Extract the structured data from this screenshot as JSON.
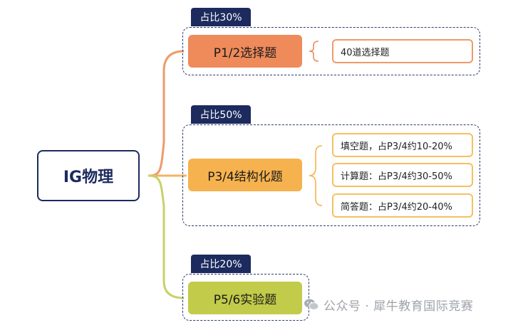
{
  "root": {
    "label": "IG物理"
  },
  "branches": [
    {
      "tag": "占比30%",
      "title": "P1/2选择题",
      "details": [
        "40道选择题"
      ]
    },
    {
      "tag": "占比50%",
      "title": "P3/4结构化题",
      "details": [
        "填空题，占P3/4约10-20%",
        "计算题：占P3/4约30-50%",
        "简答题：占P3/4约20-40%"
      ]
    },
    {
      "tag": "占比20%",
      "title": "P5/6实验题",
      "details": []
    }
  ],
  "watermark": {
    "text": "公众号 · 犀牛教育国际竞赛"
  },
  "colors": {
    "navy": "#1c2a5e",
    "branch1": "#ef8a5b",
    "branch2": "#f6b24e",
    "branch3": "#c2cb4a"
  }
}
